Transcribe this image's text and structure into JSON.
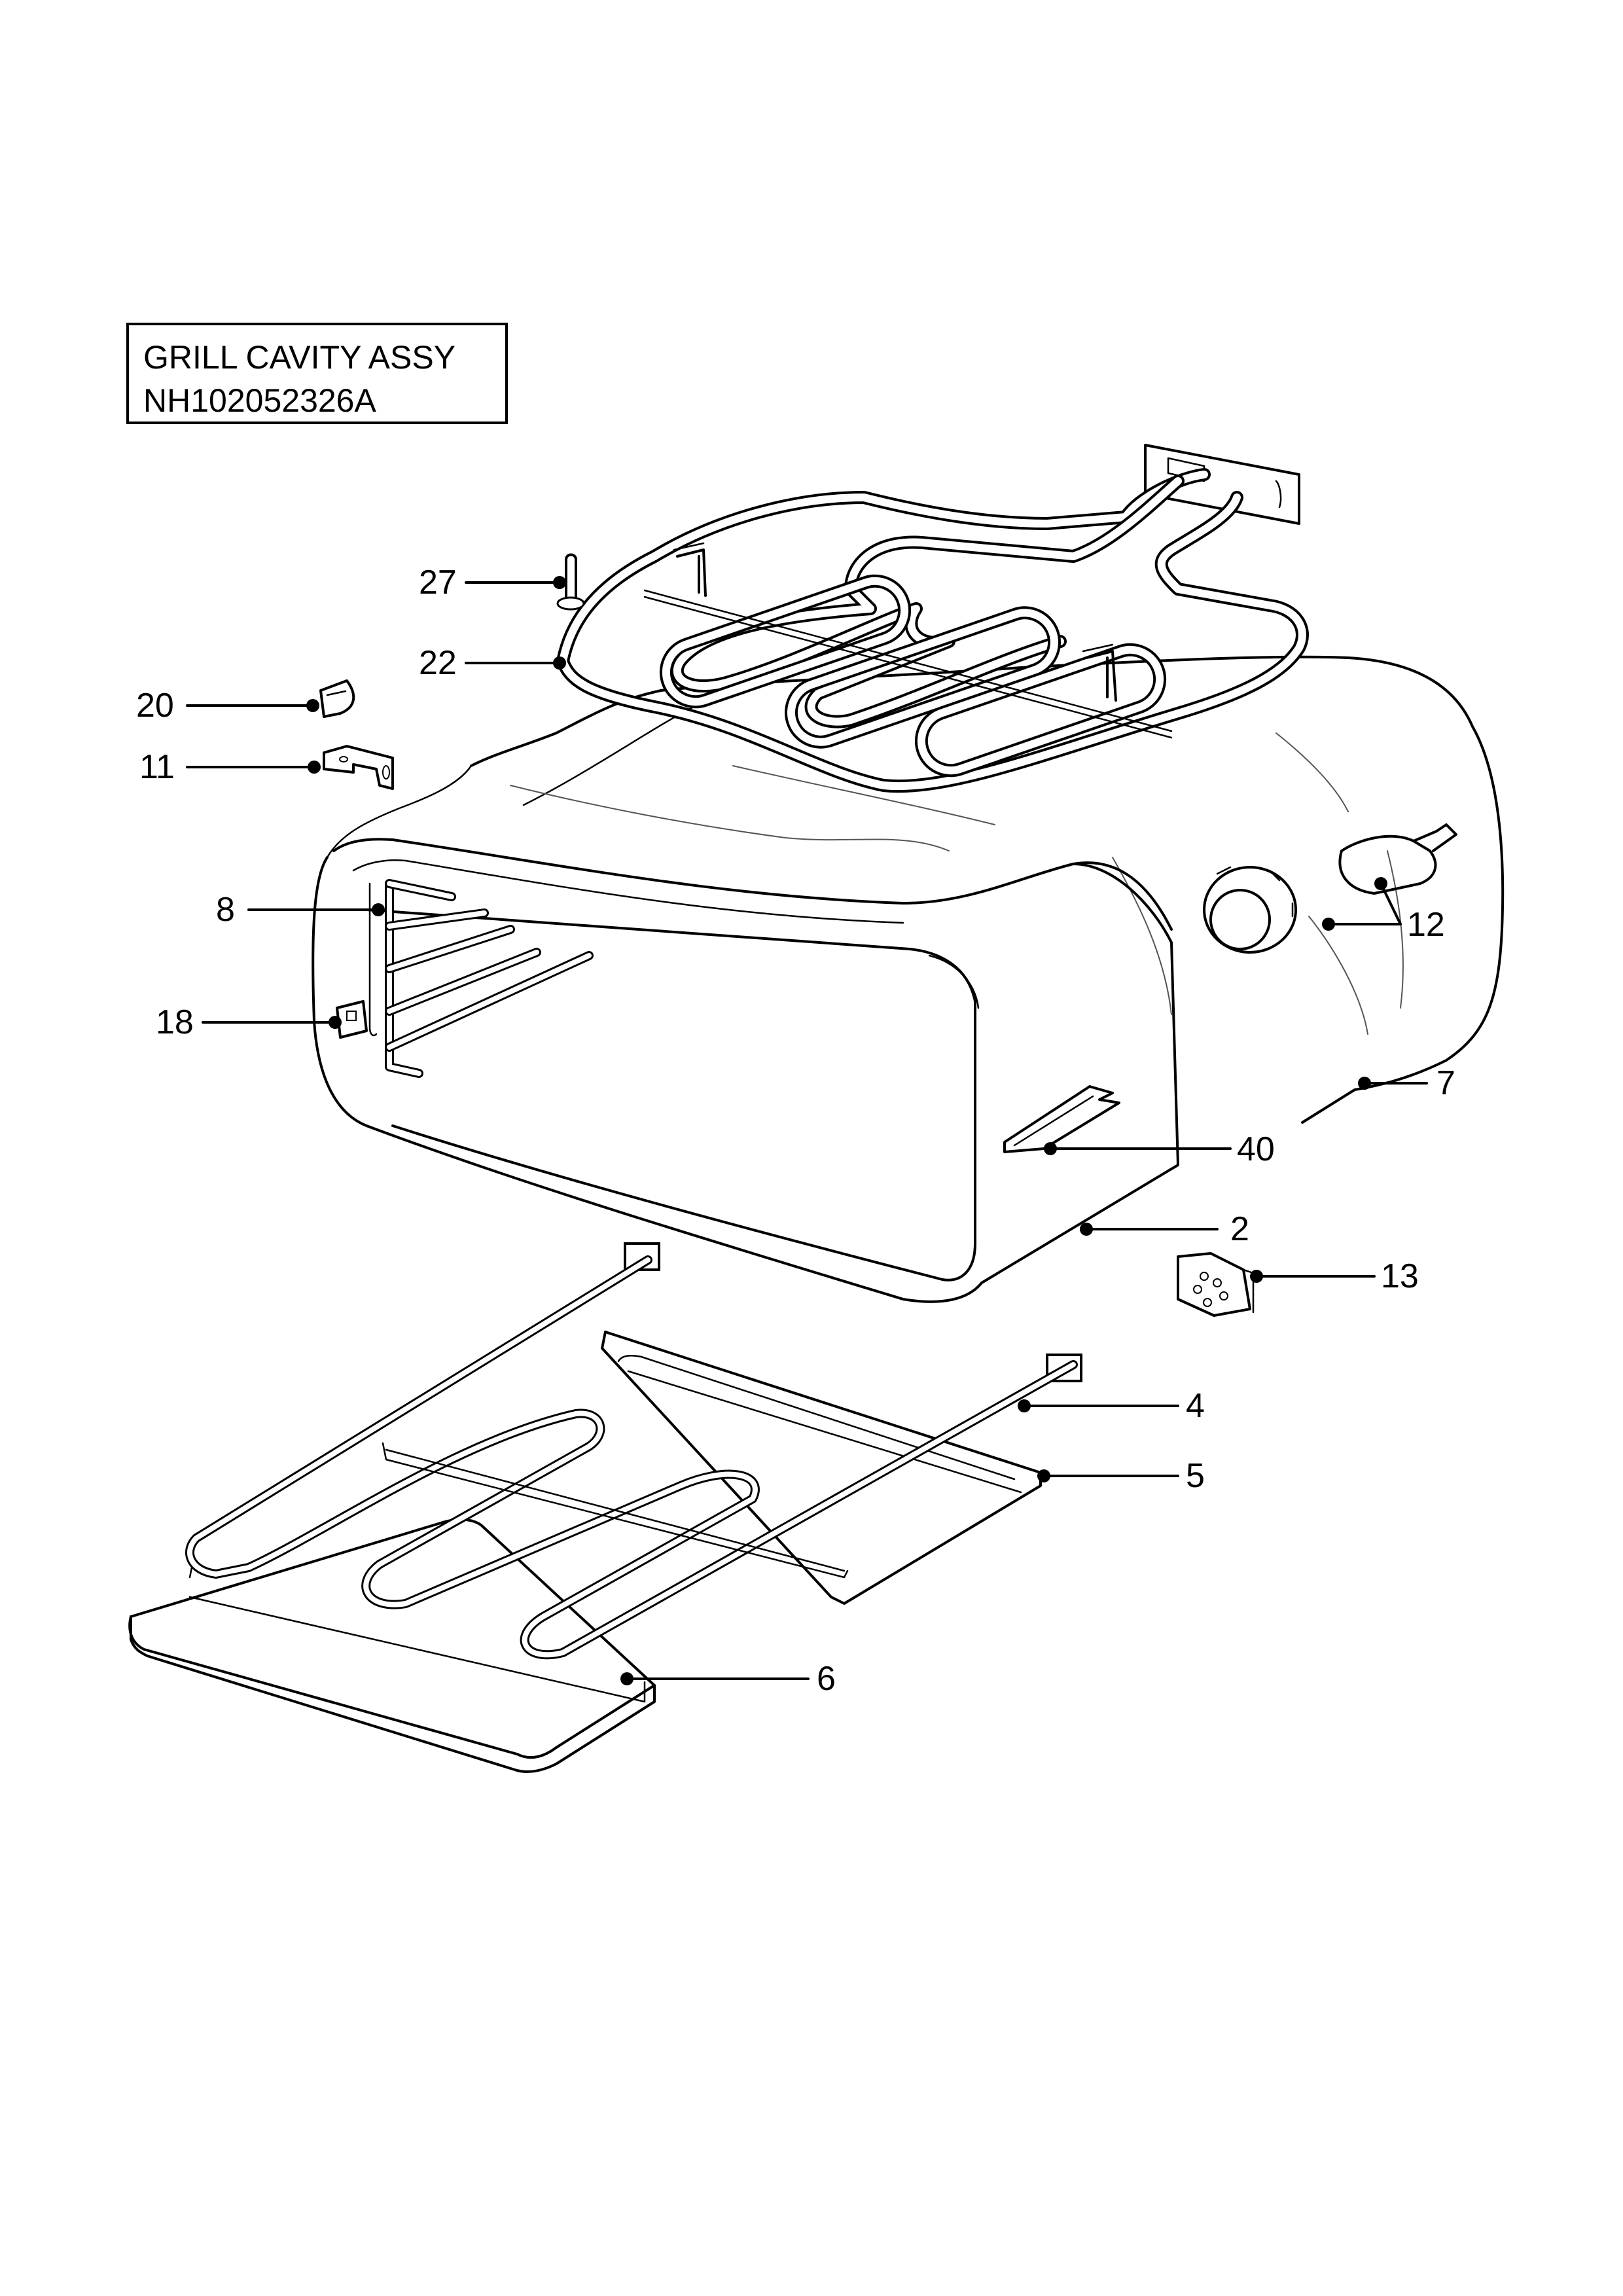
{
  "title": {
    "line1": "GRILL CAVITY ASSY",
    "line2": "NH102052326A"
  },
  "callouts": [
    {
      "id": "27",
      "part": "mounting-screw"
    },
    {
      "id": "22",
      "part": "upper-grill-element"
    },
    {
      "id": "20",
      "part": "clip"
    },
    {
      "id": "11",
      "part": "bracket"
    },
    {
      "id": "8",
      "part": "side-shelf-runner"
    },
    {
      "id": "18",
      "part": "runner-clip"
    },
    {
      "id": "12",
      "part": "lamp-holder-and-bulb"
    },
    {
      "id": "7",
      "part": "insulation-wrap"
    },
    {
      "id": "40",
      "part": "channel-bracket"
    },
    {
      "id": "2",
      "part": "grill-cavity"
    },
    {
      "id": "13",
      "part": "terminal-block"
    },
    {
      "id": "4",
      "part": "lower-element"
    },
    {
      "id": "5",
      "part": "heat-shield-plate"
    },
    {
      "id": "6",
      "part": "base-tray"
    }
  ]
}
